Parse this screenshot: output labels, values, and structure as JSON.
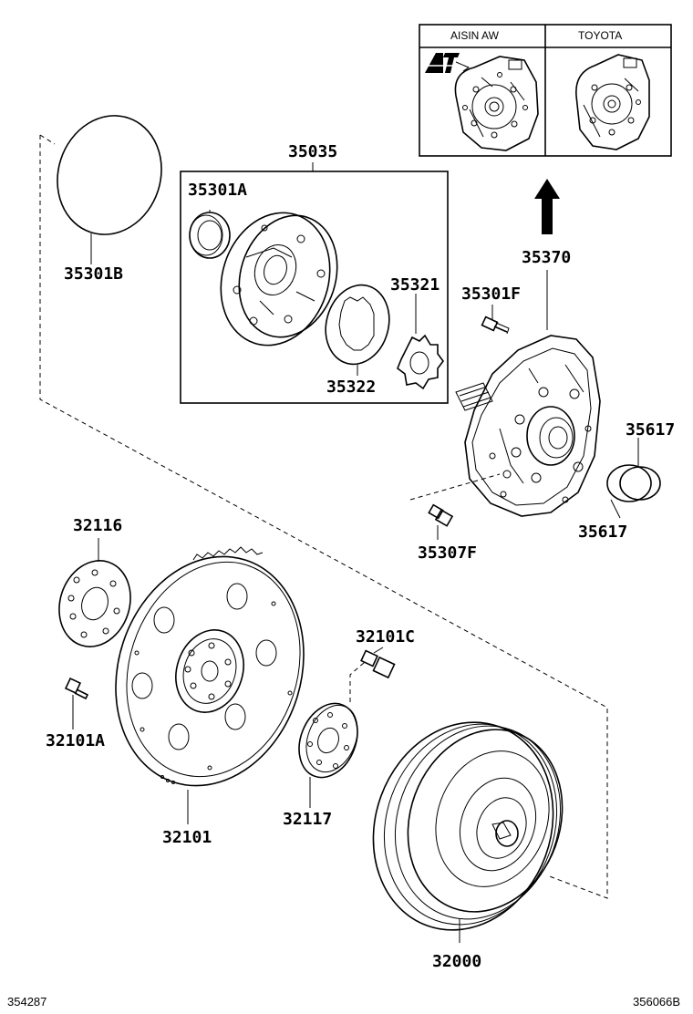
{
  "inset": {
    "left_label": "AISIN AW",
    "right_label": "TOYOTA",
    "at_logo": "AT"
  },
  "parts": {
    "p35035": "35035",
    "p35301A": "35301A",
    "p35301B": "35301B",
    "p35321": "35321",
    "p35322": "35322",
    "p35370": "35370",
    "p35301F": "35301F",
    "p35617_top": "35617",
    "p35617_bottom": "35617",
    "p35307F": "35307F",
    "p32116": "32116",
    "p32101C": "32101C",
    "p32101A": "32101A",
    "p32101": "32101",
    "p32117": "32117",
    "p32000": "32000"
  },
  "footer": {
    "left_code": "354287",
    "right_code": "356066B"
  }
}
